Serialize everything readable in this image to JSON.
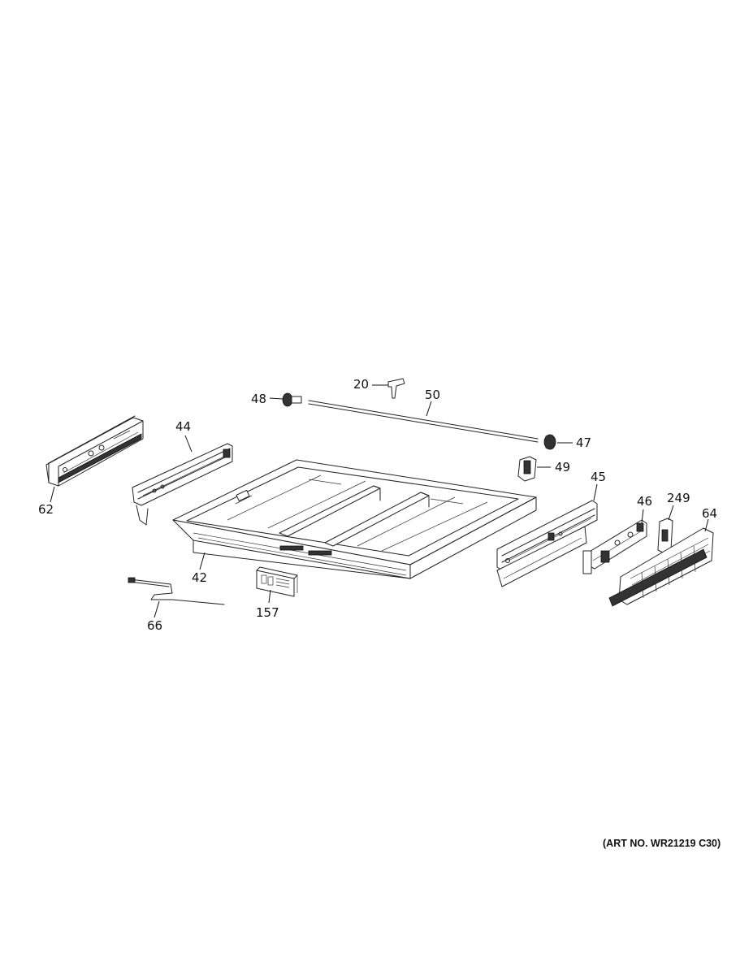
{
  "diagram": {
    "callouts": {
      "c20": "20",
      "c48": "48",
      "c50": "50",
      "c44": "44",
      "c47": "47",
      "c49": "49",
      "c45": "45",
      "c62": "62",
      "c46": "46",
      "c249": "249",
      "c64": "64",
      "c42": "42",
      "c157": "157",
      "c66": "66"
    },
    "art_number": "(ART NO. WR21219 C30)"
  }
}
